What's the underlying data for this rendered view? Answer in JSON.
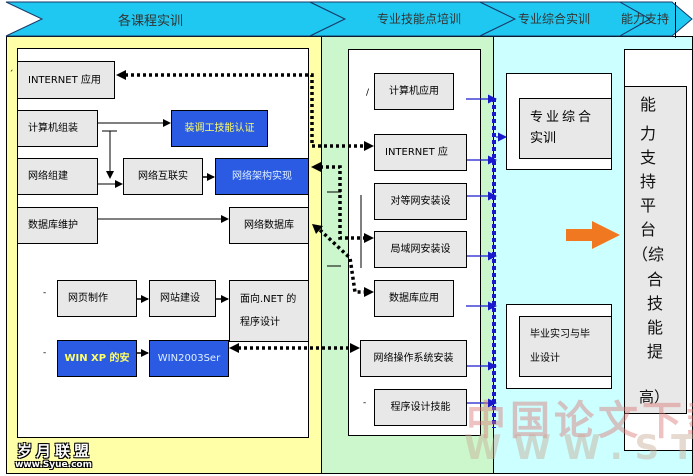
{
  "header": {
    "stages": [
      {
        "label": "各课程实训"
      },
      {
        "label": "专业技能点培训"
      },
      {
        "label": "专业综合实训"
      },
      {
        "label": "能力支持"
      }
    ]
  },
  "colors": {
    "header_arrow": "#1ec8f0",
    "zone_courses": "#ffffa8",
    "zone_skills": "#ccf7cc",
    "zone_integrated": "#ccffff",
    "box_gray": "#e8e8e8",
    "box_blue": "#2b5be3",
    "blue_text": "#ffff66",
    "connector_blue": "#1a1acc",
    "highlight_arrow": "#f07820"
  },
  "courses": {
    "internet": "INTERNET 应用",
    "computer_assembly": "计算机组装",
    "assembler_cert": "装调工技能认证",
    "network_build": "网络组建",
    "network_interconnect": "网络互联实",
    "network_arch": "网络架构实现",
    "database_maint": "数据库维护",
    "network_database": "网络数据库",
    "web_making": "网页制作",
    "website_build": "网站建设",
    "dotnet_line1": "面向.NET 的",
    "dotnet_line2": "程序设计",
    "winxp": "WIN XP 的安",
    "win2003": "WIN2003Ser"
  },
  "skills": {
    "computer_app": "计算机应用",
    "internet_app": "INTERNET  应",
    "p2p_network": "对等网安装设",
    "lan_network": "局域网安装设",
    "database_app": "数据库应用",
    "netos_install": "网络操作系统安装",
    "programming": "程序设计技能"
  },
  "integrated": {
    "major_line1": "专业综合",
    "major_line2": "实训",
    "grad_line1": "毕业实习与毕",
    "grad_line2": "业设计"
  },
  "platform": {
    "chars": [
      "能",
      "力",
      "支",
      "持",
      "平",
      "台",
      "（综",
      "合",
      "技",
      "能",
      "提"
    ],
    "last": "高）"
  },
  "logo": {
    "name": "岁月联盟",
    "url": "www.Syue.com"
  },
  "watermark": {
    "line1": "中国论文下载",
    "line2": "WWW.STUDA"
  }
}
